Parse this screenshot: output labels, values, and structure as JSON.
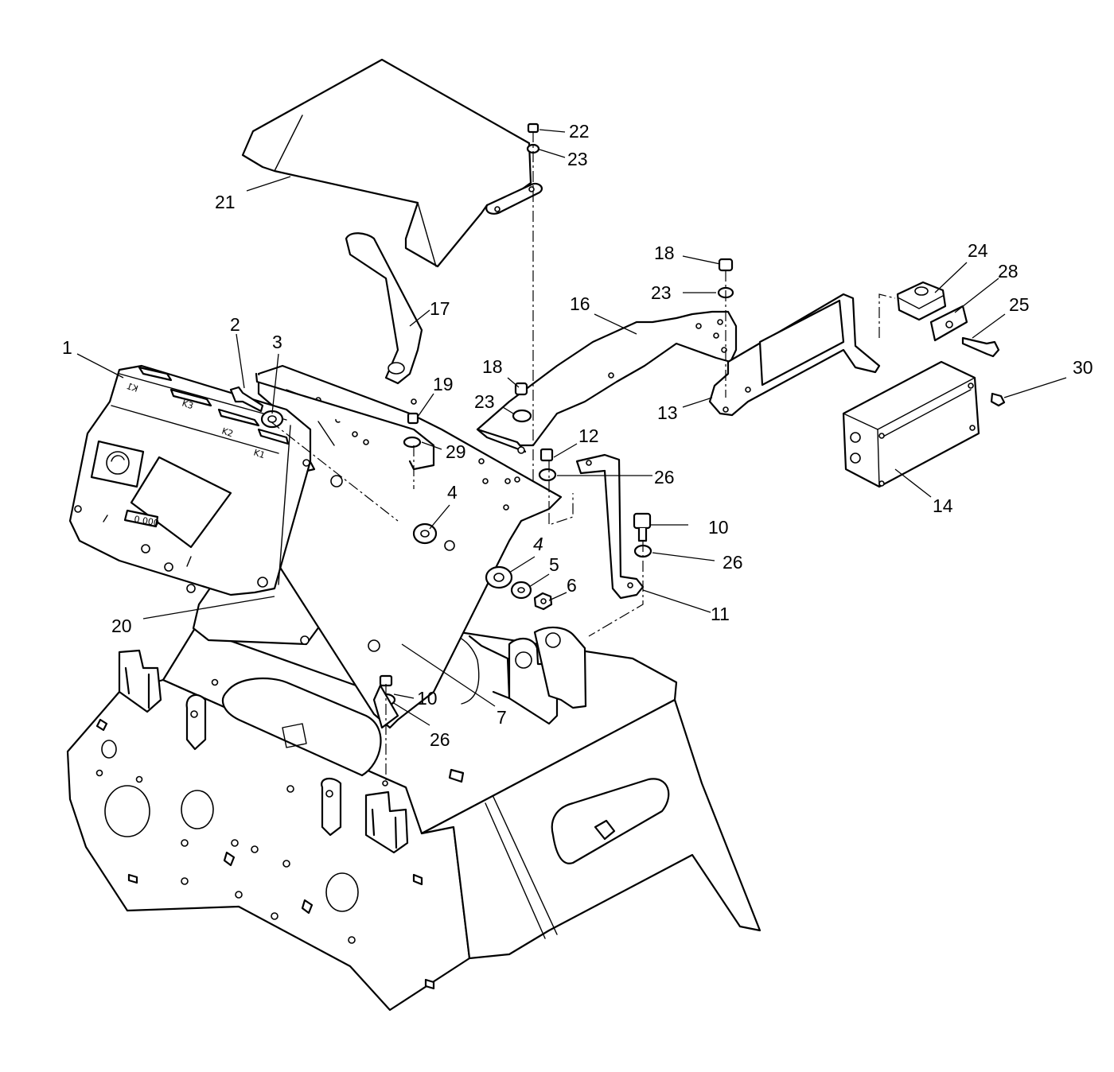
{
  "callouts": [
    {
      "id": "c1",
      "text": "1"
    },
    {
      "id": "c2",
      "text": "2"
    },
    {
      "id": "c3",
      "text": "3"
    },
    {
      "id": "c4a",
      "text": "4"
    },
    {
      "id": "c4b",
      "text": "4"
    },
    {
      "id": "c5",
      "text": "5"
    },
    {
      "id": "c6",
      "text": "6"
    },
    {
      "id": "c7",
      "text": "7"
    },
    {
      "id": "c10a",
      "text": "10"
    },
    {
      "id": "c10b",
      "text": "10"
    },
    {
      "id": "c11",
      "text": "11"
    },
    {
      "id": "c12",
      "text": "12"
    },
    {
      "id": "c13",
      "text": "13"
    },
    {
      "id": "c14",
      "text": "14"
    },
    {
      "id": "c16",
      "text": "16"
    },
    {
      "id": "c17",
      "text": "17"
    },
    {
      "id": "c18a",
      "text": "18"
    },
    {
      "id": "c18b",
      "text": "18"
    },
    {
      "id": "c19",
      "text": "19"
    },
    {
      "id": "c20",
      "text": "20"
    },
    {
      "id": "c21",
      "text": "21"
    },
    {
      "id": "c22",
      "text": "22"
    },
    {
      "id": "c23a",
      "text": "23"
    },
    {
      "id": "c23b",
      "text": "23"
    },
    {
      "id": "c23c",
      "text": "23"
    },
    {
      "id": "c24",
      "text": "24"
    },
    {
      "id": "c25",
      "text": "25"
    },
    {
      "id": "c26a",
      "text": "26"
    },
    {
      "id": "c26b",
      "text": "26"
    },
    {
      "id": "c26c",
      "text": "26"
    },
    {
      "id": "c28",
      "text": "28"
    },
    {
      "id": "c29",
      "text": "29"
    },
    {
      "id": "c30",
      "text": "30"
    }
  ],
  "panel_markings": {
    "k1_top": "K1",
    "k3": "K3",
    "k2": "K2",
    "k1_bottom": "K1",
    "display_tag": "0 000"
  }
}
